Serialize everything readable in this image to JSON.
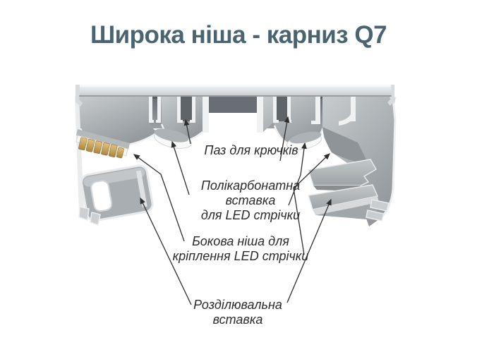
{
  "title": {
    "text": "Широка ніша - карниз Q7"
  },
  "labels": {
    "groove": {
      "text": "Паз для крючків"
    },
    "polycarbonate": {
      "line1": "Полікарбонатна",
      "line2": "вставка",
      "line3": "для LED стрічки"
    },
    "side_niche": {
      "line1": "Бокова ніша для",
      "line2": "кріплення LED стрічки"
    },
    "divider": {
      "line1": "Розділювальна",
      "line2": "вставка"
    }
  },
  "colors": {
    "title_text": "#4a6470",
    "label_text": "#2b2b2b",
    "arrow": "#2e2e2e",
    "aluminum_light": "#eef0f1",
    "aluminum_mid": "#aab0b4",
    "aluminum_dark": "#6f757a",
    "led_gold": "#d4ab62",
    "polycarbonate_white": "#f8f9f9"
  }
}
